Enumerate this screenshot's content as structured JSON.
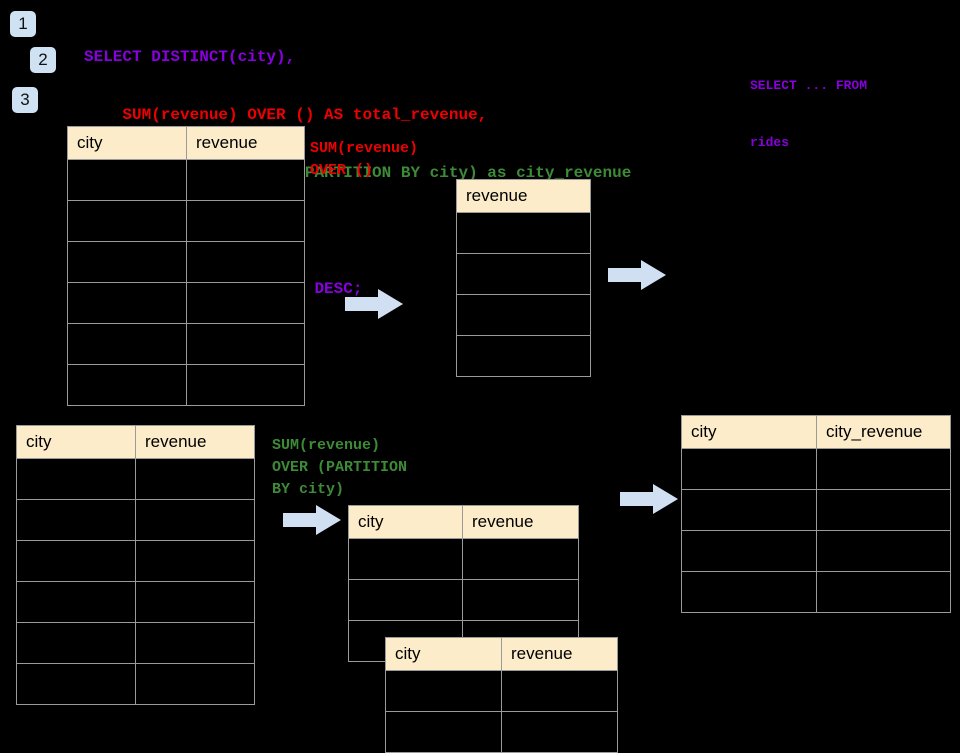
{
  "background_color": "#000000",
  "palette": {
    "badge_bg": "#cfe2f3",
    "header_bg": "#fcecc9",
    "border": "#9a9a9a",
    "arrow": "#d0e0f2",
    "violet": "#8800dd",
    "red": "#ee0000",
    "green": "#3d8b37"
  },
  "badges": [
    {
      "label": "1"
    },
    {
      "label": "2"
    },
    {
      "label": "3"
    }
  ],
  "sql": {
    "lines": [
      {
        "text": "SELECT DISTINCT(city),",
        "color": "violet"
      },
      {
        "text": "    SUM(revenue) OVER () AS total_revenue,",
        "color": "red"
      },
      {
        "text": "    SUM(revenue) OVER (PARTITION BY city) as city_revenue",
        "color": "green"
      },
      {
        "text": "  FROM rides",
        "color": "violet"
      },
      {
        "text": "  ORDER by city_revenue DESC;",
        "color": "violet"
      }
    ]
  },
  "side_note": {
    "line1": "SELECT ... FROM",
    "line2": "rides"
  },
  "annotations": {
    "total_revenue": "SUM(revenue)\nOVER ()",
    "city_revenue": "SUM(revenue)\nOVER (PARTITION\nBY city)"
  },
  "tables": {
    "source_top": {
      "name": "rides-source-table-top",
      "headers": [
        "city",
        "revenue"
      ],
      "rows": [
        [
          "",
          ""
        ],
        [
          "",
          ""
        ],
        [
          "",
          ""
        ],
        [
          "",
          ""
        ],
        [
          "",
          ""
        ],
        [
          "",
          ""
        ]
      ]
    },
    "total_revenue": {
      "name": "total-revenue-table",
      "headers": [
        "revenue"
      ],
      "rows": [
        [
          ""
        ],
        [
          ""
        ],
        [
          ""
        ],
        [
          ""
        ]
      ]
    },
    "source_bottom": {
      "name": "rides-source-table-bottom",
      "headers": [
        "city",
        "revenue"
      ],
      "rows": [
        [
          "",
          ""
        ],
        [
          "",
          ""
        ],
        [
          "",
          ""
        ],
        [
          "",
          ""
        ],
        [
          "",
          ""
        ],
        [
          "",
          ""
        ]
      ]
    },
    "partition_back": {
      "name": "partition-table-back",
      "headers": [
        "city",
        "revenue"
      ],
      "rows": [
        [
          "",
          ""
        ],
        [
          "",
          ""
        ],
        [
          "",
          ""
        ]
      ]
    },
    "partition_front": {
      "name": "partition-table-front",
      "headers": [
        "city",
        "revenue"
      ],
      "rows": [
        [
          "",
          ""
        ],
        [
          "",
          ""
        ]
      ]
    },
    "result": {
      "name": "result-table",
      "headers": [
        "city",
        "city_revenue"
      ],
      "rows": [
        [
          "",
          ""
        ],
        [
          "",
          ""
        ],
        [
          "",
          ""
        ],
        [
          "",
          ""
        ]
      ]
    }
  },
  "arrows": [
    {
      "name": "arrow-source-to-total"
    },
    {
      "name": "arrow-total-to-result"
    },
    {
      "name": "arrow-source-to-partition"
    },
    {
      "name": "arrow-partition-to-result"
    }
  ]
}
